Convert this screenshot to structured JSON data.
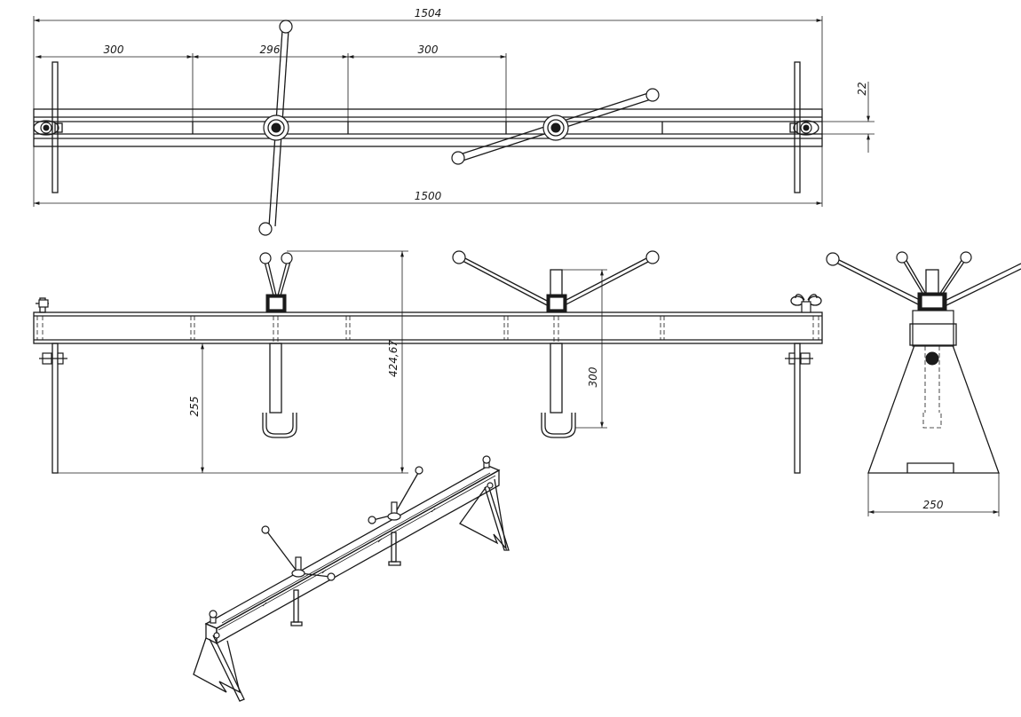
{
  "drawing": {
    "dimensions": {
      "overall_length_top": "1504",
      "segment_1": "300",
      "segment_2": "296",
      "segment_3": "300",
      "beam_height": "22",
      "overall_length_bottom": "1500",
      "leg_height": "255",
      "hook_depth": "424,67",
      "rod_length": "300",
      "base_width": "250"
    },
    "views": [
      "top-view",
      "front-view",
      "side-view",
      "isometric-view"
    ],
    "line_color": "#1a1a1a",
    "background": "#ffffff"
  }
}
